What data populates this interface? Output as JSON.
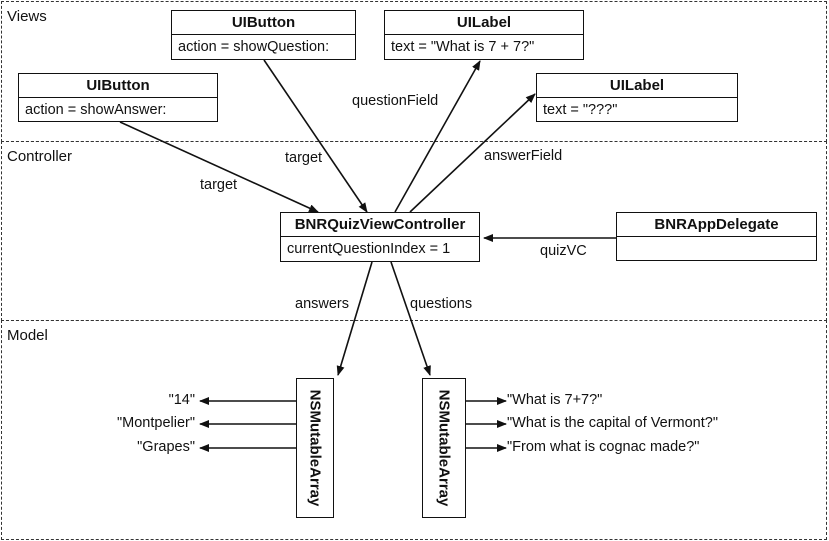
{
  "regions": {
    "views": "Views",
    "controller": "Controller",
    "model": "Model"
  },
  "views": {
    "button_show_question": {
      "title": "UIButton",
      "field": "action = showQuestion:"
    },
    "button_show_answer": {
      "title": "UIButton",
      "field": "action = showAnswer:"
    },
    "label_question": {
      "title": "UILabel",
      "field": "text = \"What is 7 + 7?\""
    },
    "label_answer": {
      "title": "UILabel",
      "field": "text = \"???\""
    }
  },
  "controller": {
    "quiz_vc": {
      "title": "BNRQuizViewController",
      "field": "currentQuestionIndex = 1"
    },
    "app_delegate": {
      "title": "BNRAppDelegate",
      "field": ""
    }
  },
  "model": {
    "answers_array": "NSMutableArray",
    "questions_array": "NSMutableArray",
    "answers": [
      "\"14\"",
      "\"Montpelier\"",
      "\"Grapes\""
    ],
    "questions": [
      "\"What is 7+7?\"",
      "\"What is the capital of Vermont?\"",
      "\"From what is cognac made?\""
    ]
  },
  "connections": {
    "target_show_question": "target",
    "target_show_answer": "target",
    "question_field": "questionField",
    "answer_field": "answerField",
    "quiz_vc": "quizVC",
    "answers": "answers",
    "questions": "questions"
  }
}
